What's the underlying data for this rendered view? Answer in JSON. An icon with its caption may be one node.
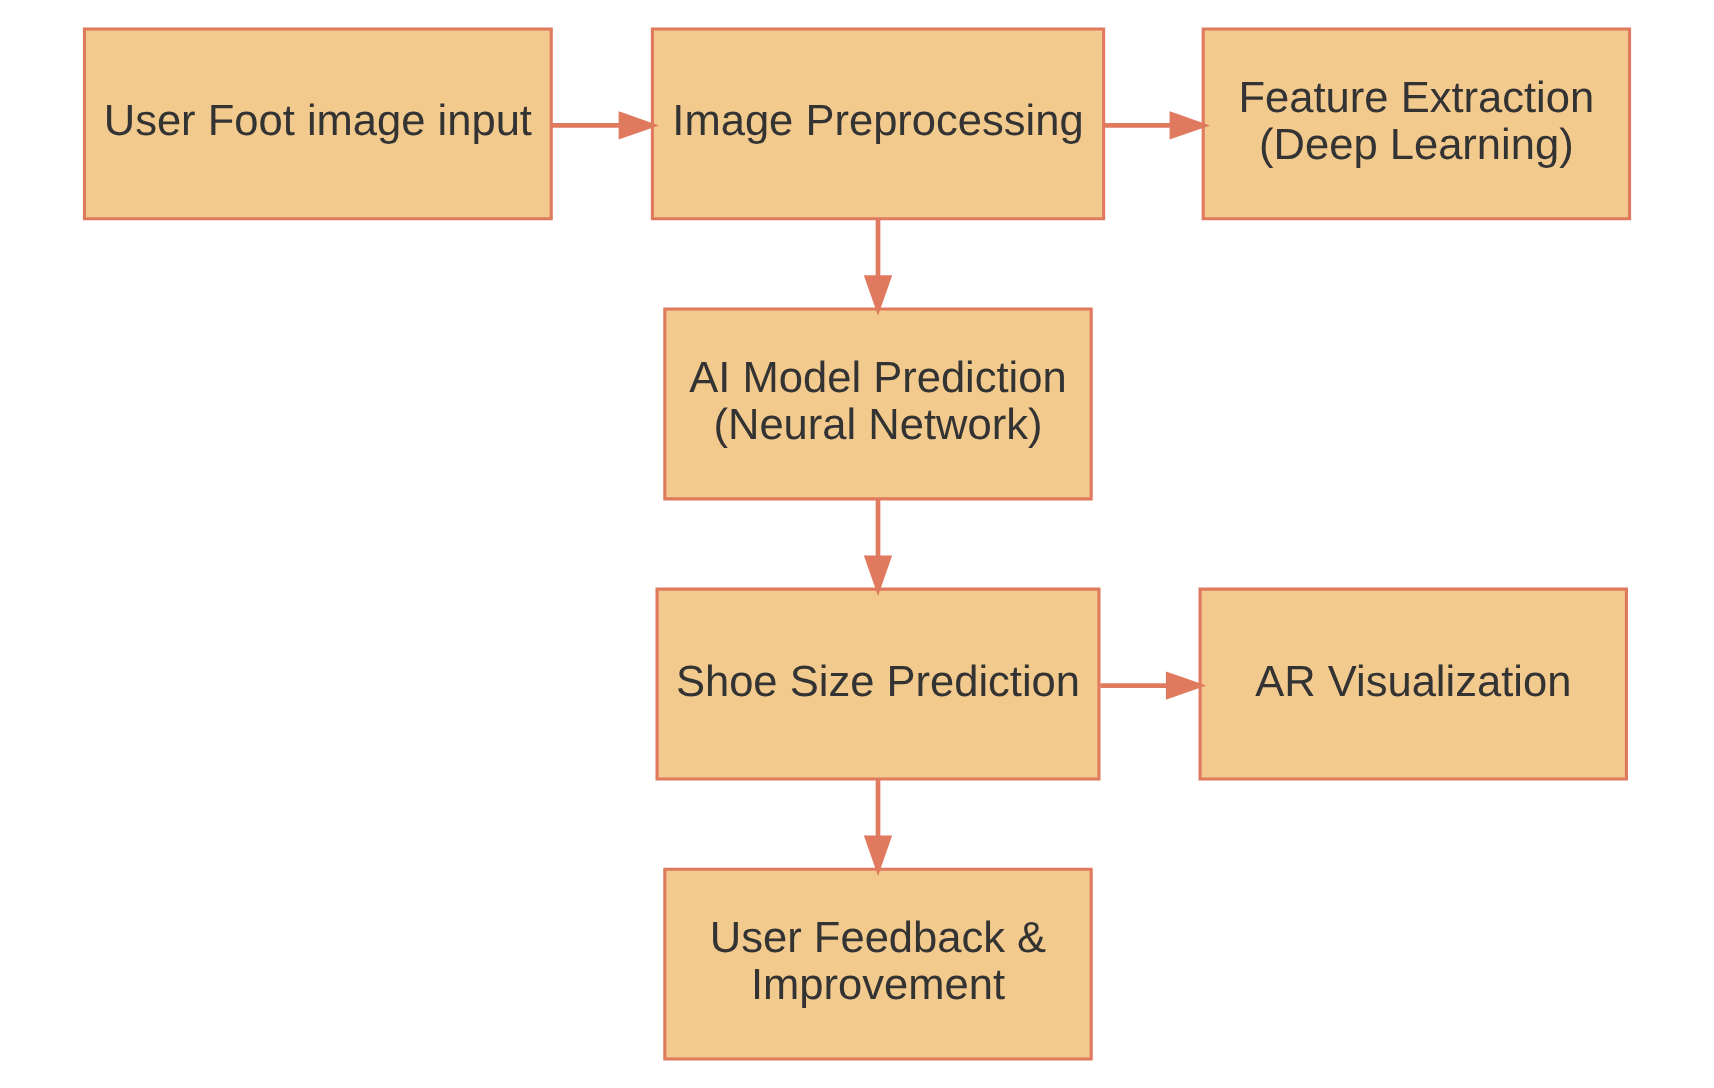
{
  "diagram": {
    "nodes": [
      {
        "text": [
          "User Foot image input"
        ]
      },
      {
        "text": [
          "Image Preprocessing"
        ]
      },
      {
        "text": [
          "Feature Extraction (Deep Learning)"
        ]
      },
      {
        "text": [
          "AI Model Prediction (Neural Network)"
        ]
      },
      {
        "text": [
          "Shoe Size Prediction"
        ]
      },
      {
        "text": [
          "AR Visualization"
        ]
      },
      {
        "text": [
          "User Feedback & Improvement"
        ]
      }
    ],
    "edges": [
      {
        "from": 0,
        "to": 1,
        "arrow": "to"
      },
      {
        "from": 1,
        "to": 2,
        "arrow": "to"
      },
      {
        "from": 1,
        "to": 3,
        "arrow": "to"
      },
      {
        "from": 3,
        "to": 4,
        "arrow": "to"
      },
      {
        "from": 4,
        "to": 5,
        "arrow": "to"
      },
      {
        "from": 4,
        "to": 6,
        "arrow": "to"
      }
    ]
  }
}
